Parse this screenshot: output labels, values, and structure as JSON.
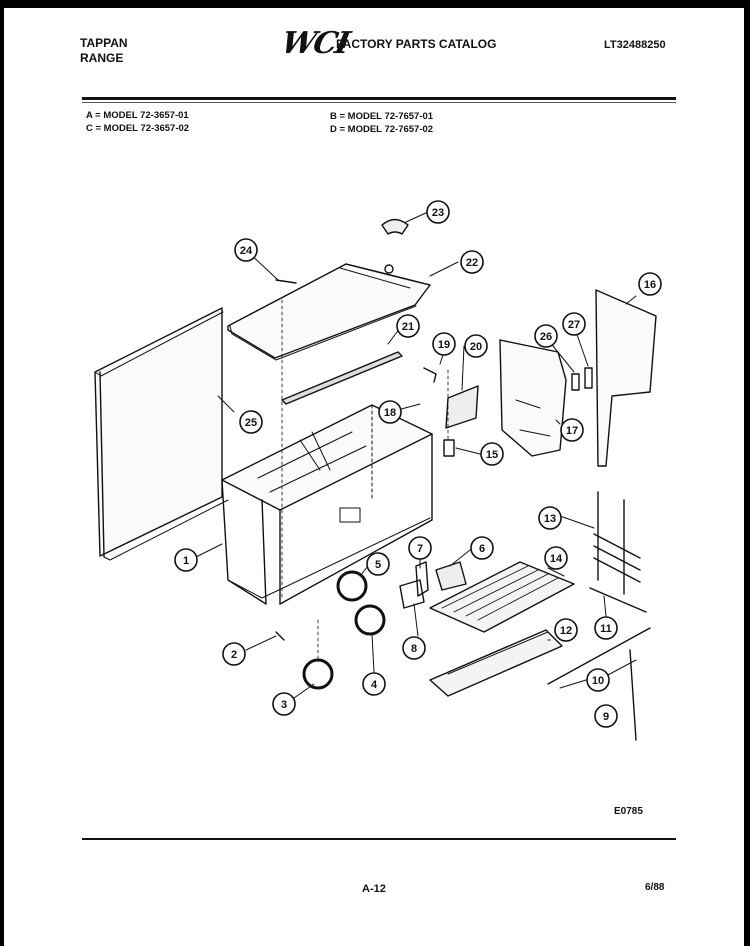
{
  "header": {
    "brand_line1": "TAPPAN",
    "brand_line2": "RANGE",
    "logo": "WCI",
    "catalog_title": "FACTORY PARTS CATALOG",
    "doc_number": "LT32488250"
  },
  "models": {
    "a": "A = MODEL 72-3657-01",
    "c": "C = MODEL 72-3657-02",
    "b": "B = MODEL 72-7657-01",
    "d": "D = MODEL 72-7657-02"
  },
  "diagram": {
    "callouts": [
      "1",
      "2",
      "3",
      "4",
      "5",
      "6",
      "7",
      "8",
      "9",
      "10",
      "11",
      "12",
      "13",
      "14",
      "15",
      "16",
      "17",
      "18",
      "19",
      "20",
      "21",
      "22",
      "23",
      "24",
      "25",
      "26",
      "27"
    ],
    "figure_code": "E0785"
  },
  "footer": {
    "page": "A-12",
    "date": "6/88"
  }
}
